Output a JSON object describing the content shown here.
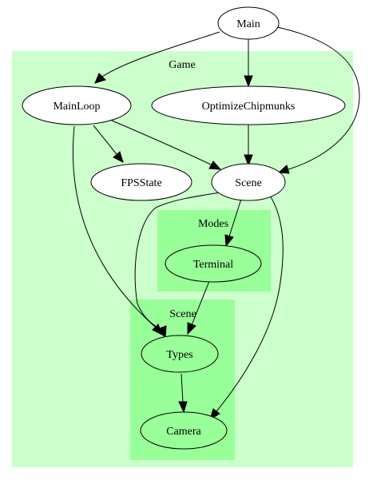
{
  "colors": {
    "outer_cluster": "#ccffcc",
    "inner_cluster": "#99ff99",
    "node_fill_default": "#ffffff",
    "node_fill_in_cluster": "#99ff99",
    "stroke": "#000000"
  },
  "clusters": [
    {
      "id": "game",
      "label": "Game",
      "level": "outer"
    },
    {
      "id": "modes",
      "label": "Modes",
      "level": "inner"
    },
    {
      "id": "scene_cluster",
      "label": "Scene",
      "level": "inner"
    }
  ],
  "nodes": [
    {
      "id": "main",
      "label": "Main"
    },
    {
      "id": "mainloop",
      "label": "MainLoop"
    },
    {
      "id": "optimize",
      "label": "OptimizeChipmunks"
    },
    {
      "id": "fpsstate",
      "label": "FPSState"
    },
    {
      "id": "scene",
      "label": "Scene"
    },
    {
      "id": "terminal",
      "label": "Terminal"
    },
    {
      "id": "types",
      "label": "Types"
    },
    {
      "id": "camera",
      "label": "Camera"
    }
  ],
  "edges": [
    {
      "from": "main",
      "to": "mainloop"
    },
    {
      "from": "main",
      "to": "optimize"
    },
    {
      "from": "main",
      "to": "scene"
    },
    {
      "from": "mainloop",
      "to": "fpsstate"
    },
    {
      "from": "mainloop",
      "to": "scene"
    },
    {
      "from": "mainloop",
      "to": "types"
    },
    {
      "from": "optimize",
      "to": "scene"
    },
    {
      "from": "scene",
      "to": "terminal"
    },
    {
      "from": "scene",
      "to": "types"
    },
    {
      "from": "scene",
      "to": "camera"
    },
    {
      "from": "terminal",
      "to": "types"
    },
    {
      "from": "types",
      "to": "camera"
    }
  ]
}
